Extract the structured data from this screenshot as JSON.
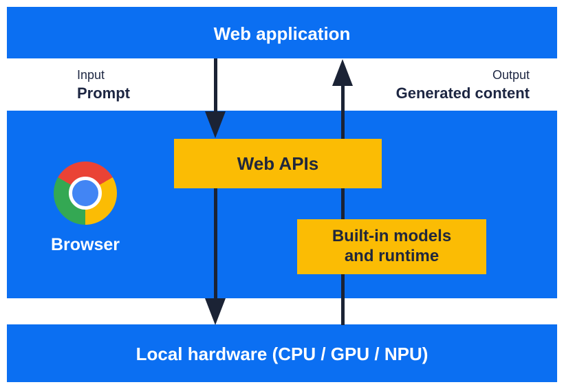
{
  "layers": {
    "web_application": "Web application",
    "local_hardware": "Local hardware (CPU / GPU / NPU)"
  },
  "flow_labels": {
    "input_title": "Input",
    "input_value": "Prompt",
    "output_title": "Output",
    "output_value": "Generated content"
  },
  "browser": {
    "label": "Browser",
    "logo_icon": "chrome-logo-icon"
  },
  "boxes": {
    "web_apis": "Web APIs",
    "builtin_line1": "Built-in models",
    "builtin_line2": "and runtime"
  },
  "colors": {
    "layer_blue": "#0b6ff2",
    "box_yellow": "#fbbc04",
    "arrow_dark_navy": "#1b2335",
    "text_dark_navy": "#1d2642",
    "text_white": "#ffffff",
    "chrome_red": "#ea4335",
    "chrome_green": "#34a853",
    "chrome_yellow": "#fbbc04",
    "chrome_center_blue": "#4285f4"
  }
}
